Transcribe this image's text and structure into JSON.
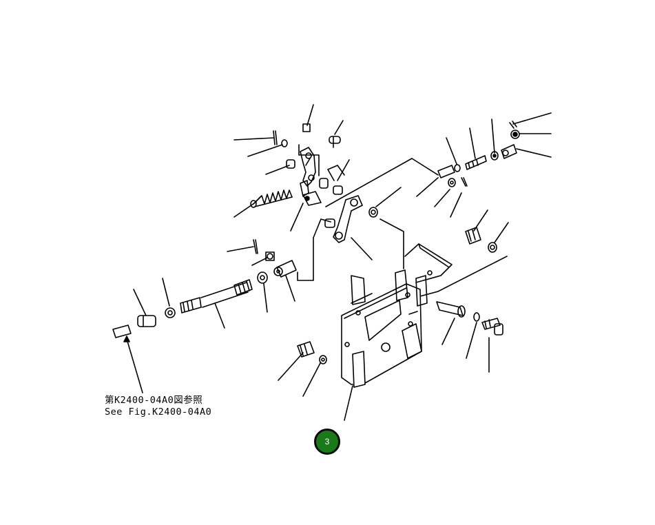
{
  "reference_note": {
    "line1": "第K2400-04A0図参照",
    "line2": "See Fig.K2400-04A0"
  },
  "page_badge": {
    "label": "3",
    "color": "#1a7a1a"
  }
}
